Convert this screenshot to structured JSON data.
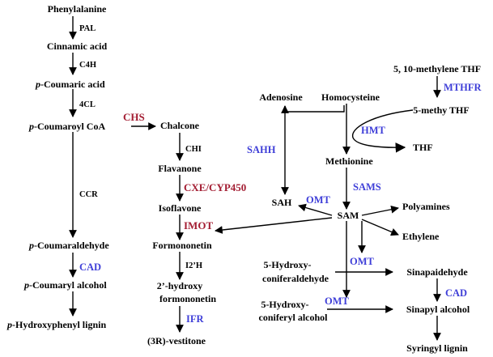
{
  "colors": {
    "red_enzyme": "#A31D32",
    "blue_enzyme": "#3F3FD8",
    "text": "#000000"
  },
  "nodes": {
    "phenylalanine": "Phenylalanine",
    "cinnamic_acid": "Cinnamic acid",
    "p_coumaric_acid_prefix": "p",
    "p_coumaric_acid": "-Coumaric acid",
    "p_coumaroyl_coa_prefix": "p",
    "p_coumaroyl_coa": "-Coumaroyl CoA",
    "p_coumaraldehyde_prefix": "p",
    "p_coumaraldehyde": "-Coumaraldehyde",
    "p_coumaryl_alcohol_prefix": "p",
    "p_coumaryl_alcohol": "-Coumaryl alcohol",
    "p_hydroxyphenyl_lignin_prefix": "p",
    "p_hydroxyphenyl_lignin": "-Hydroxyphenyl lignin",
    "chalcone": "Chalcone",
    "flavanone": "Flavanone",
    "isoflavone": "Isoflavone",
    "formononetin": "Formononetin",
    "hydroxy_formononetin_line1": "2’-hydroxy",
    "hydroxy_formononetin_line2": "formononetin",
    "vestitone": "(3R)-vestitone",
    "adenosine": "Adenosine",
    "homocysteine": "Homocysteine",
    "methylene_thf": "5, 10-methylene THF",
    "methy_thf": "5-methy THF",
    "thf": "THF",
    "methionine": "Methionine",
    "sah": "SAH",
    "sam": "SAM",
    "polyamines": "Polyamines",
    "ethylene": "Ethylene",
    "hydroxy_coniferaldehyde_line1": "5-Hydroxy-",
    "hydroxy_coniferaldehyde_line2": "coniferaldehyde",
    "sinapaldehyde": "Sinapaidehyde",
    "hydroxy_coniferyl_line1": "5-Hydroxy-",
    "hydroxy_coniferyl_line2": "coniferyl alcohol",
    "sinapyl_alcohol": "Sinapyl alcohol",
    "syringyl_lignin": "Syringyl lignin"
  },
  "enzymes": {
    "pal": "PAL",
    "c4h": "C4H",
    "cl4": "4CL",
    "ccr": "CCR",
    "chi": "CHI",
    "i2h": "I2’H",
    "chs": "CHS",
    "cxe_cyp450": "CXE/CYP450",
    "imot": "IMOT",
    "cad_left": "CAD",
    "ifr": "IFR",
    "sahh": "SAHH",
    "mthfr": "MTHFR",
    "hmt": "HMT",
    "sams": "SAMS",
    "omt_sah": "OMT",
    "omt_mid": "OMT",
    "omt_low": "OMT",
    "cad_right": "CAD"
  }
}
